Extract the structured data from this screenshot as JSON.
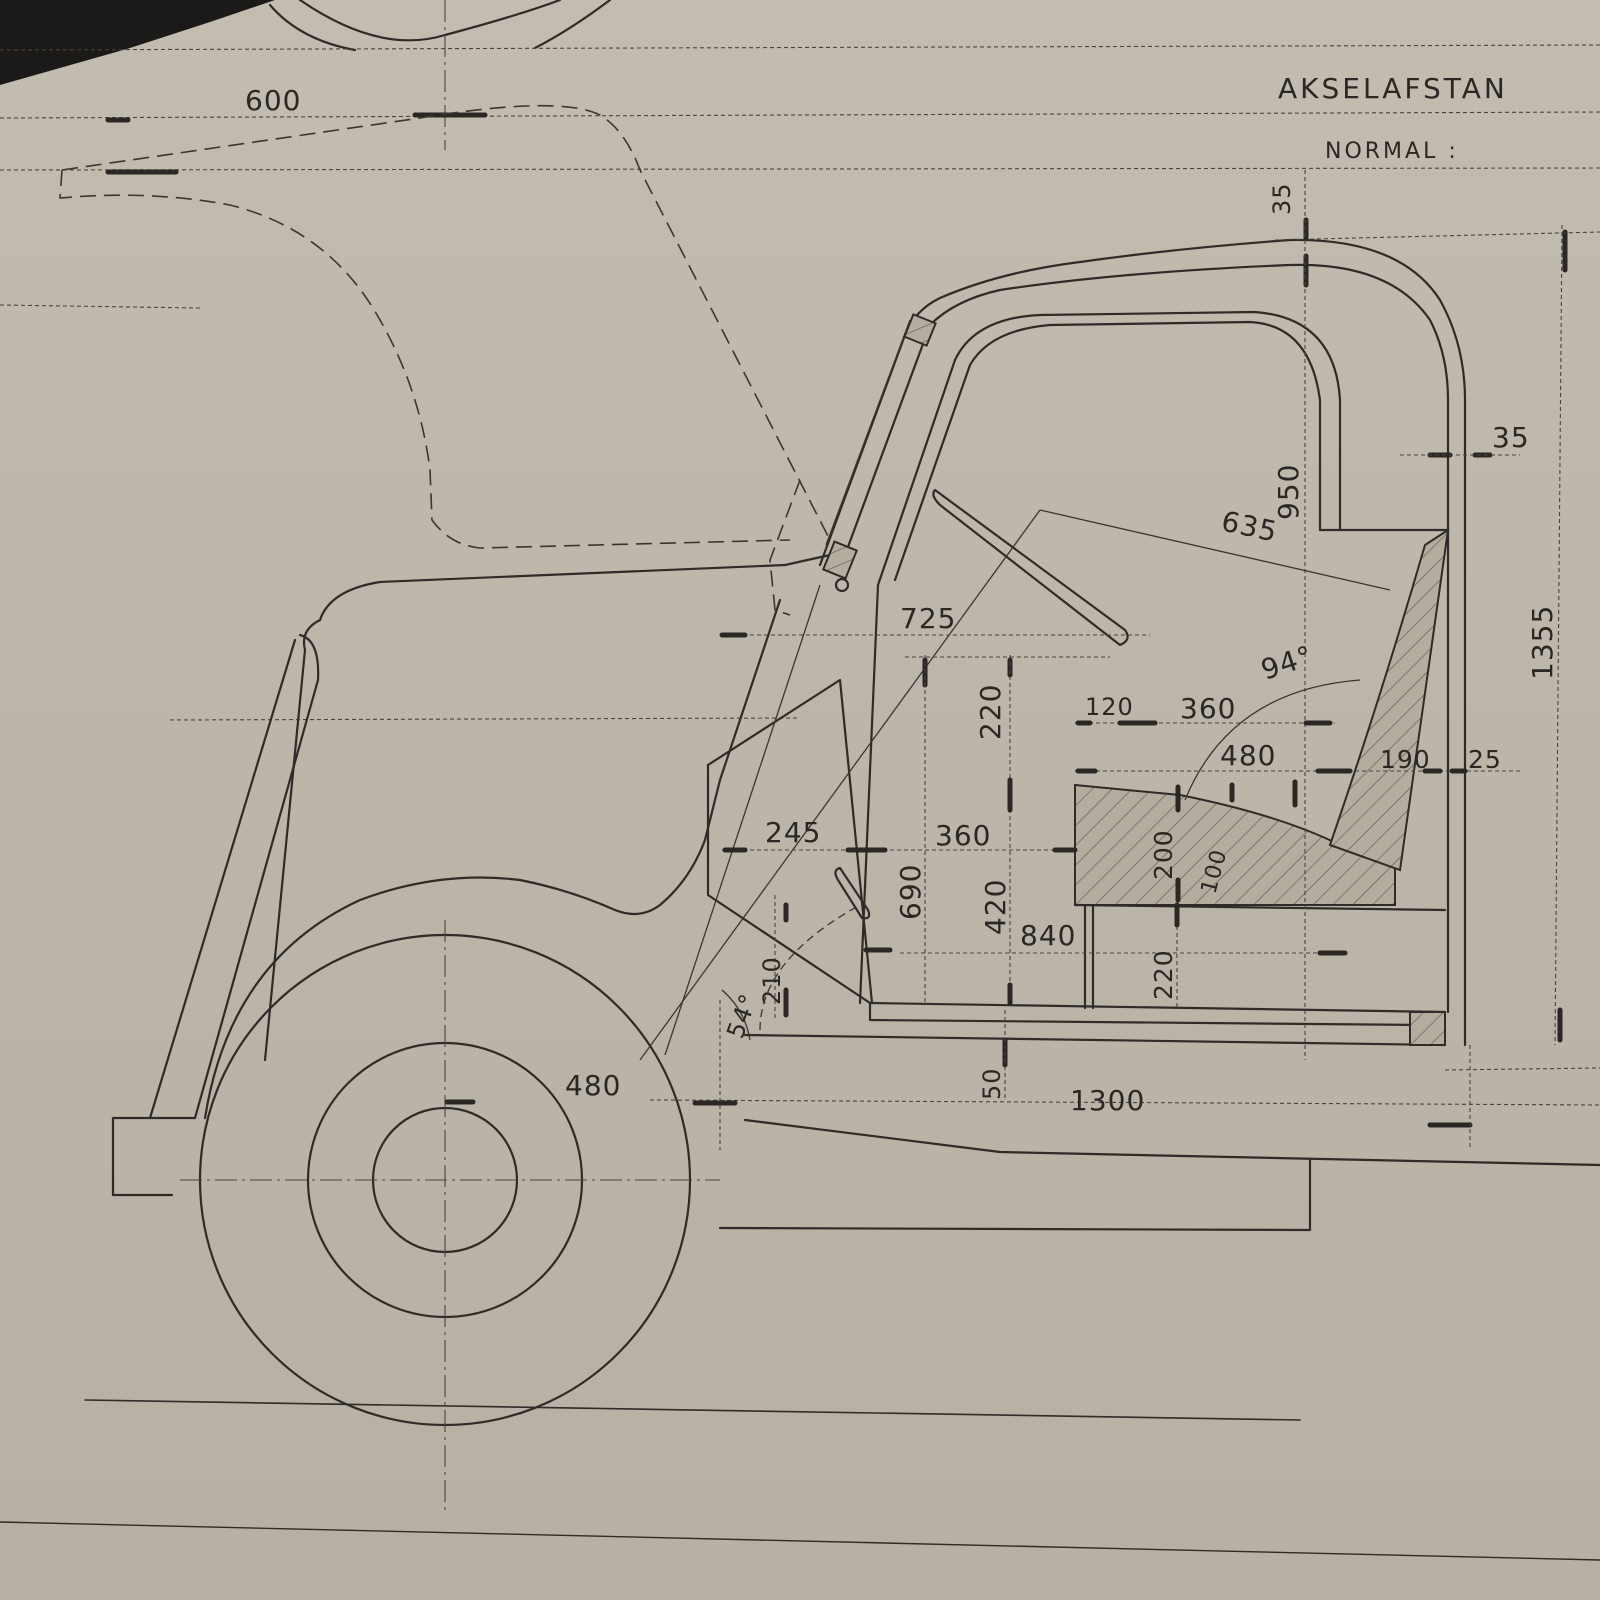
{
  "header": {
    "title": "AKSELAFSTAN",
    "subtitle": "NORMAL :"
  },
  "colors": {
    "paper": "#bdb6aa",
    "ink": "#2e2b28",
    "background_corner": "#1b1a18"
  },
  "dimensions": {
    "hood_overhang": "600",
    "roof_thickness": "35",
    "rear_wall_thickness": "35",
    "cab_inner_height": "950",
    "steering_reach": "635",
    "cab_overall_height": "1355",
    "dash_to_seat": "725",
    "headroom_gap": "220",
    "seat_front_offset": "120",
    "seat_depth_top": "360",
    "seat_back_angle": "94°",
    "seat_depth_total": "480",
    "backrest_thickness": "190",
    "rear_panel": "25",
    "pedal_to_firewall": "245",
    "firewall_to_seat": "360",
    "steering_height": "690",
    "seat_height_from_floor": "420",
    "seat_cushion_height": "200",
    "cushion_sag": "100",
    "seat_front_to_rear": "840",
    "seat_base_height": "220",
    "pedal_height": "210",
    "floor_angle": "54°",
    "floor_thickness": "50",
    "wheel_to_cab": "480",
    "cab_floor_length": "1300"
  }
}
